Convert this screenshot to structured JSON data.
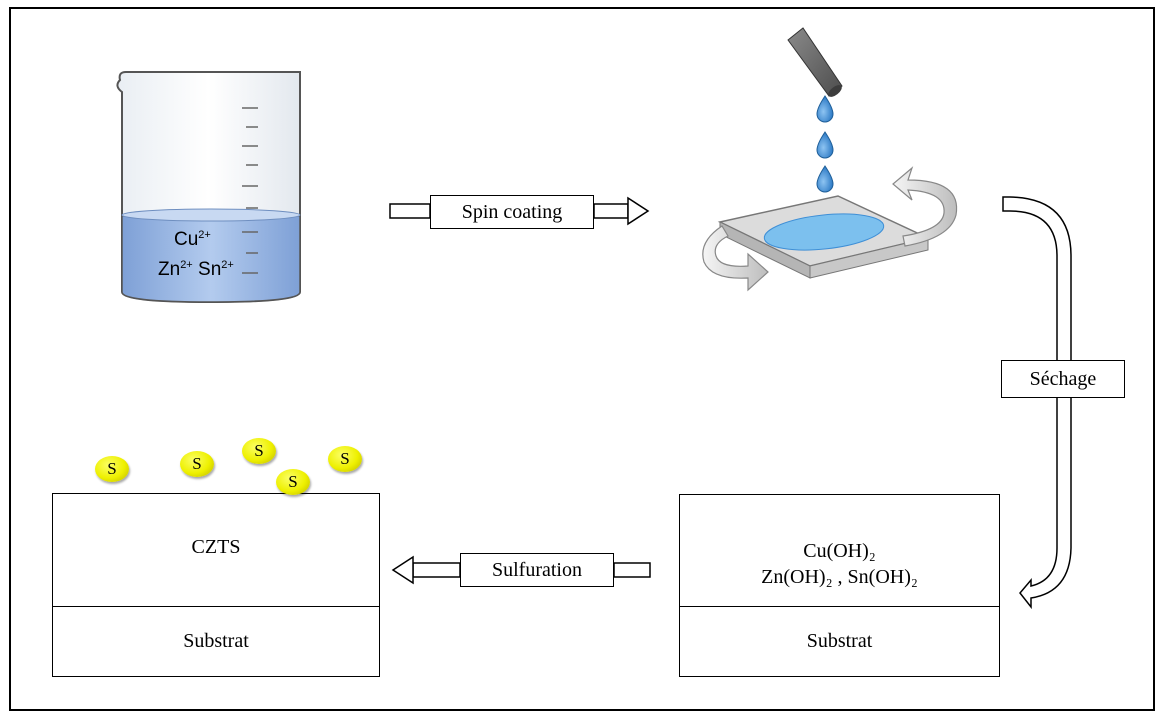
{
  "beaker": {
    "ions": {
      "cu": "Cu",
      "zn": "Zn",
      "sn": "Sn",
      "charge": "2+"
    }
  },
  "steps": {
    "spin": "Spin coating",
    "sechage": "Séchage",
    "sulfuration": "Sulfuration"
  },
  "right_stack": {
    "line1": "Cu(OH)₂",
    "line2": "Zn(OH)₂ , Sn(OH)₂",
    "substrate": "Substrat"
  },
  "left_stack": {
    "top": "CZTS",
    "substrate": "Substrat"
  },
  "sulfur": {
    "label": "S"
  },
  "colors": {
    "solution": "#a6c2ea",
    "drop": "#3f8fd6",
    "sulfur": "#eef000",
    "nozzle": "#6b6b6b"
  }
}
